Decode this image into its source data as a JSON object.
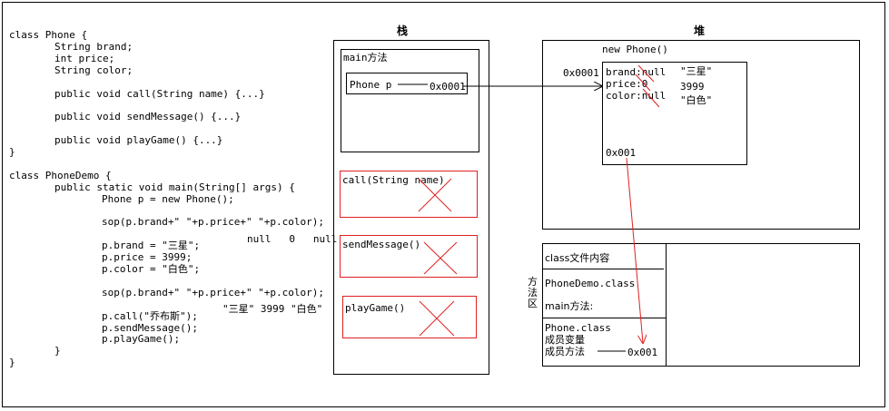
{
  "code": [
    {
      "text": "class Phone {",
      "indent": 0
    },
    {
      "text": "String brand;",
      "indent": 1
    },
    {
      "text": "int price;",
      "indent": 1
    },
    {
      "text": "String color;",
      "indent": 1
    },
    {
      "text": "",
      "indent": 0
    },
    {
      "text": "public void call(String name) {...}",
      "indent": 1
    },
    {
      "text": "",
      "indent": 0
    },
    {
      "text": "public void sendMessage() {...}",
      "indent": 1
    },
    {
      "text": "",
      "indent": 0
    },
    {
      "text": "public void playGame() {...}",
      "indent": 1
    },
    {
      "text": "}",
      "indent": 0
    },
    {
      "text": "",
      "indent": 0
    },
    {
      "text": "class PhoneDemo {",
      "indent": 0
    },
    {
      "text": "public static void main(String[] args) {",
      "indent": 1
    },
    {
      "text": "Phone p = new Phone();",
      "indent": 2
    },
    {
      "text": "",
      "indent": 0
    },
    {
      "text": "sop(p.brand+\" \"+p.price+\" \"+p.color);",
      "indent": 2
    },
    {
      "text": "",
      "indent": 0
    },
    {
      "text": "p.brand = \"三星\";",
      "indent": 2
    },
    {
      "text": "p.price = 3999;",
      "indent": 2
    },
    {
      "text": "p.color = \"白色\";",
      "indent": 2
    },
    {
      "text": "",
      "indent": 0
    },
    {
      "text": "sop(p.brand+\" \"+p.price+\" \"+p.color);",
      "indent": 2
    },
    {
      "text": "",
      "indent": 0
    },
    {
      "text": "p.call(\"乔布斯\");",
      "indent": 2
    },
    {
      "text": "p.sendMessage();",
      "indent": 2
    },
    {
      "text": "p.playGame();",
      "indent": 2
    },
    {
      "text": "}",
      "indent": 1
    },
    {
      "text": "}",
      "indent": 0
    }
  ],
  "annotations": {
    "output1": "null   0   null",
    "output2": "\"三星\" 3999 \"白色\""
  },
  "stack": {
    "title": "栈",
    "main_label": "main方法",
    "var_label": "Phone p",
    "var_addr": "0x0001",
    "frames": [
      "call(String name)",
      "sendMessage()",
      "playGame()"
    ]
  },
  "heap": {
    "title": "堆",
    "object_label": "new Phone()",
    "object_addr": "0x0001",
    "fields": [
      "brand:null",
      "price:0",
      "color:null"
    ],
    "values": [
      "\"三星\"",
      "3999",
      "\"白色\""
    ],
    "method_ref": "0x001"
  },
  "method_area": {
    "title": "方法区",
    "header": "class文件内容",
    "demo_class": "PhoneDemo.class",
    "main_method": "main方法:",
    "phone_class": "Phone.class",
    "member_vars": "成员变量",
    "member_methods": "成员方法",
    "method_addr": "0x001"
  }
}
